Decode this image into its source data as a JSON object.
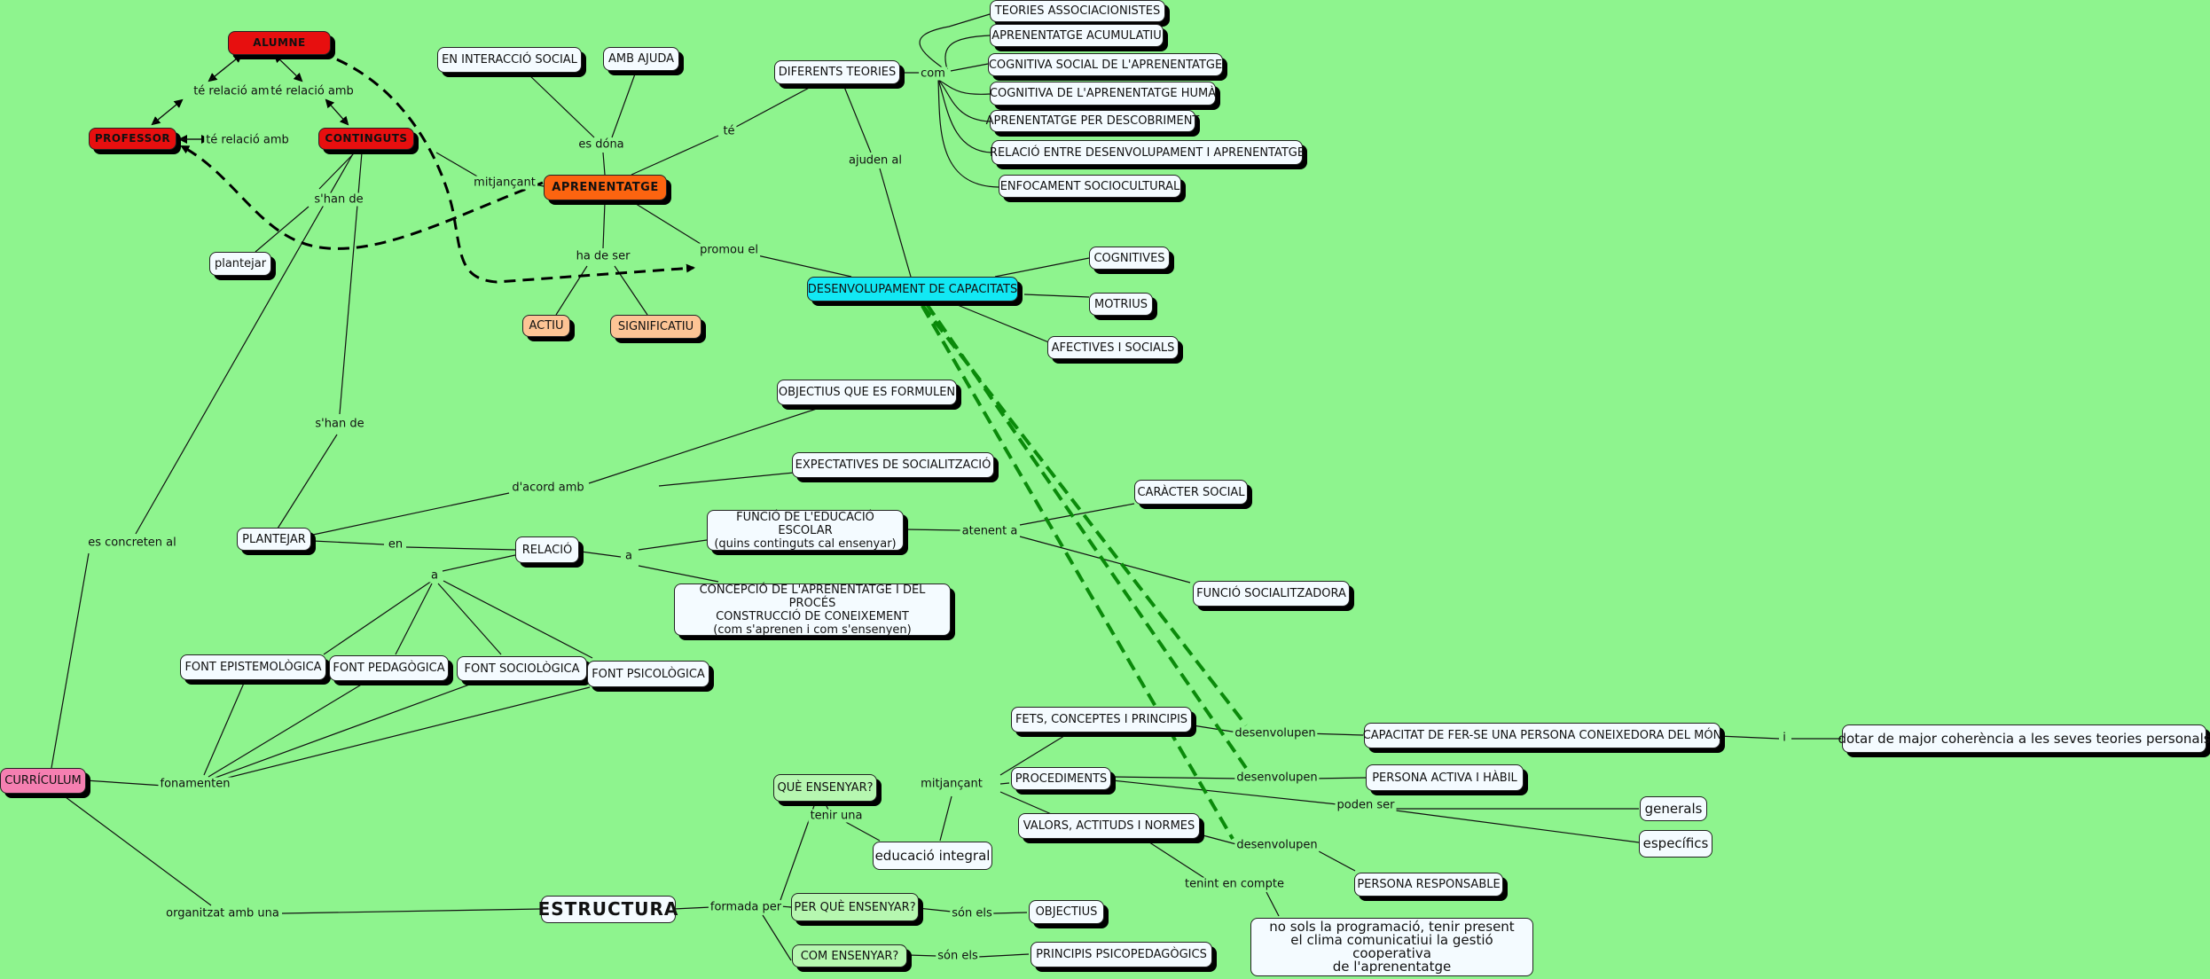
{
  "colors": {
    "background": "#8ef48e",
    "alumne_professor_continguts": "#e70f0f",
    "aprenentatge": "#fc6410",
    "desenvolupament": "#12e8f4",
    "actiu_significatiu": "#fdc495",
    "curriculum": "#f57fb1",
    "dashed_green": "#0a8a0a"
  },
  "nodes": {
    "alumne": "ALUMNE",
    "professor": "PROFESSOR",
    "continguts": "CONTINGUTS",
    "en_interaccio_social": "EN INTERACCIÓ SOCIAL",
    "amb_ajuda": "AMB AJUDA",
    "aprenentatge": "APRENENTATGE",
    "diferents_teories": "DIFERENTS TEORIES",
    "teories_associacionistes": "TEORIES ASSOCIACIONISTES",
    "aprenentatge_acumulatiu": "APRENENTATGE ACUMULATIU",
    "cognitiva_social": "COGNITIVA SOCIAL DE L'APRENENTATGE",
    "cognitiva_huma": "COGNITIVA DE L'APRENENTATGE HUMÀ",
    "per_descobriment": "APRENENTATGE PER DESCOBRIMENT",
    "relacio_desenvolupament": "RELACIÓ ENTRE DESENVOLUPAMENT I APRENENTATGE",
    "enfocament_sociocultural": "ENFOCAMENT SOCIOCULTURAL",
    "plantejar_small": "plantejar",
    "actiu": "ACTIU",
    "significatiu": "SIGNIFICATIU",
    "desenvolupament_capacitats": "DESENVOLUPAMENT DE CAPACITATS",
    "cognitives": "COGNITIVES",
    "motrius": "MOTRIUS",
    "afectives_socials": "AFECTIVES I SOCIALS",
    "objectius_formulen": "OBJECTIUS QUE ES FORMULEN",
    "expectatives": "EXPECTATIVES DE SOCIALITZACIÓ",
    "caracter_social": "CARÀCTER SOCIAL",
    "funcio_educacio_1": "FUNCIÓ DE L'EDUCACIÓ ESCOLAR",
    "funcio_educacio_2": "(quins continguts cal ensenyar)",
    "plantejar": "PLANTEJAR",
    "relacio": "RELACIÓ",
    "funcio_socialitzadora": "FUNCIÓ SOCIALITZADORA",
    "concepcio_1": "CONCEPCIÓ DE L'APRENENTATGE I DEL PROCÉS",
    "concepcio_2": "CONSTRUCCIÓ DE CONEIXEMENT",
    "concepcio_3": "(com s'aprenen i com s'ensenyen)",
    "font_epistemologica": "FONT EPISTEMOLÒGICA",
    "font_pedagogica": "FONT PEDAGÒGICA",
    "font_sociologica": "FONT SOCIOLÒGICA",
    "font_psicologica": "FONT PSICOLÒGICA",
    "fets_conceptes": "FETS, CONCEPTES I PRINCIPIS",
    "capacitat_fer_se": "CAPACITAT DE FER-SE UNA PERSONA CONEIXEDORA DEL MÓN",
    "dotar_coherencia": "dotar de major coherència a les seves teories personals",
    "curriculum": "CURRÍCULUM",
    "que_ensenyar": "QUÈ ENSENYAR?",
    "procediments": "PROCEDIMENTS",
    "persona_activa": "PERSONA ACTIVA I HÀBIL",
    "generals": "generals",
    "valors": "VALORS, ACTITUDS I NORMES",
    "especifics": "específics",
    "educacio_integral": "educació integral",
    "persona_responsable": "PERSONA RESPONSABLE",
    "estructura": "ESTRUCTURA",
    "per_que_ensenyar": "PER QUÈ ENSENYAR?",
    "objectius": "OBJECTIUS",
    "no_sols_1": "no sols la programació, tenir present",
    "no_sols_2": "el clima comunicatiui la gestió cooperativa",
    "no_sols_3": "de l'aprenentatge",
    "com_ensenyar": "COM ENSENYAR?",
    "principis_psicopedagogics": "PRINCIPIS PSICOPEDAGÒGICS"
  },
  "labels": {
    "te_relacio_amb_1": "té relació amb",
    "te_relacio_amb_2": "té relació amb",
    "te_relacio_amb_3": "té relació amb",
    "es_dona": "es dóna",
    "te": "té",
    "com": "com",
    "mitjancant_1": "mitjançant",
    "shan_de_1": "s'han de",
    "ajuden_al": "ajuden al",
    "ha_de_ser": "ha de ser",
    "promou_el": "promou el",
    "shan_de_2": "s'han de",
    "dacord_amb": "d'acord amb",
    "es_concreten_al": "es concreten al",
    "en": "en",
    "a_1": "a",
    "atenent_a": "atenent a",
    "a_2": "a",
    "desenvolupen_1": "desenvolupen",
    "i": "i",
    "fonamenten": "fonamenten",
    "mitjancant_2": "mitjançant",
    "desenvolupen_2": "desenvolupen",
    "poden_ser": "poden ser",
    "tenir_una": "tenir una",
    "desenvolupen_3": "desenvolupen",
    "tenint_en_compte": "tenint en compte",
    "organitzat_amb_una": "organitzat amb una",
    "formada_per": "formada per",
    "son_els_1": "són els",
    "son_els_2": "són els"
  }
}
